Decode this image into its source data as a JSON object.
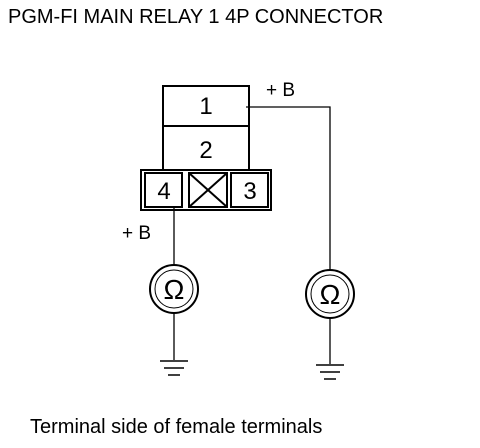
{
  "title": "PGM-FI MAIN RELAY 1 4P CONNECTOR",
  "caption": "Terminal side of female terminals",
  "connector": {
    "pin1": "1",
    "pin2": "2",
    "pin3": "3",
    "pin4": "4"
  },
  "labels": {
    "plus_b_pin1": "+ B",
    "plus_b_pin4": "+ B"
  },
  "meters": {
    "symbol": "Ω"
  },
  "icons": [
    "ohmmeter-icon",
    "ground-icon",
    "blank-terminal-icon"
  ]
}
